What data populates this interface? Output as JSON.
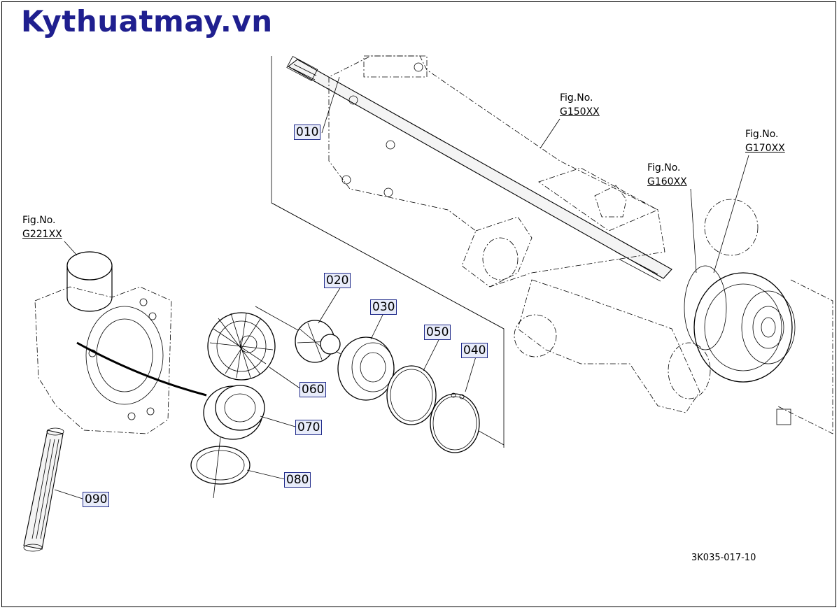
{
  "brand": "Kythuatmay.vn",
  "colors": {
    "brand": "#1f1f8f",
    "label_bg": "#e8ecfa",
    "label_border": "#1f2a8a",
    "line": "#000000"
  },
  "part_labels": {
    "p010": "010",
    "p020": "020",
    "p030": "030",
    "p040": "040",
    "p050": "050",
    "p060": "060",
    "p070": "070",
    "p080": "080",
    "p090": "090"
  },
  "figure_refs": {
    "g150": {
      "title": "Fig.No.",
      "number": "G150XX"
    },
    "g160": {
      "title": "Fig.No.",
      "number": "G160XX"
    },
    "g170": {
      "title": "Fig.No.",
      "number": "G170XX"
    },
    "g221": {
      "title": "Fig.No.",
      "number": "G221XX"
    }
  },
  "document_number": "3K035-017-10"
}
